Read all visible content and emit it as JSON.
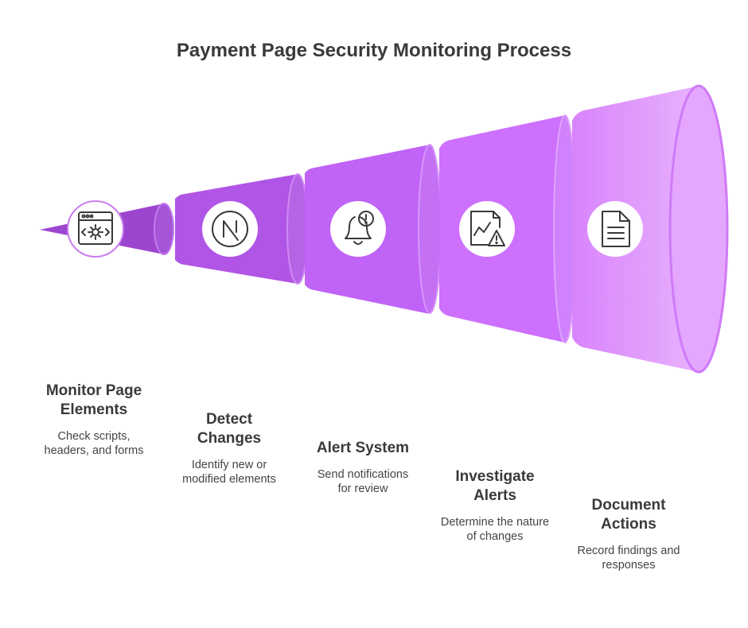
{
  "title": "Payment Page Security Monitoring Process",
  "colors": {
    "stage1": "#a24fd6",
    "stage2": "#b558ea",
    "stage3": "#c465fa",
    "stage4": "#d373fd",
    "stage5": "#e09ffc",
    "icon_stroke": "#3a3a3a"
  },
  "stages": [
    {
      "title": "Monitor Page Elements",
      "title_lines": [
        "Monitor Page",
        "Elements"
      ],
      "desc_lines": [
        "Check scripts,",
        "headers, and forms"
      ],
      "icon": "browser-settings-icon"
    },
    {
      "title": "Detect Changes",
      "title_lines": [
        "Detect",
        "Changes"
      ],
      "desc_lines": [
        "Identify new or",
        "modified elements"
      ],
      "icon": "nextjs-logo-icon"
    },
    {
      "title": "Alert System",
      "title_lines": [
        "Alert System"
      ],
      "desc_lines": [
        "Send notifications",
        "for review"
      ],
      "icon": "bell-alert-icon"
    },
    {
      "title": "Investigate Alerts",
      "title_lines": [
        "Investigate",
        "Alerts"
      ],
      "desc_lines": [
        "Determine the nature",
        "of changes"
      ],
      "icon": "chart-warning-icon"
    },
    {
      "title": "Document Actions",
      "title_lines": [
        "Document",
        "Actions"
      ],
      "desc_lines": [
        "Record findings and",
        "responses"
      ],
      "icon": "document-icon"
    }
  ]
}
